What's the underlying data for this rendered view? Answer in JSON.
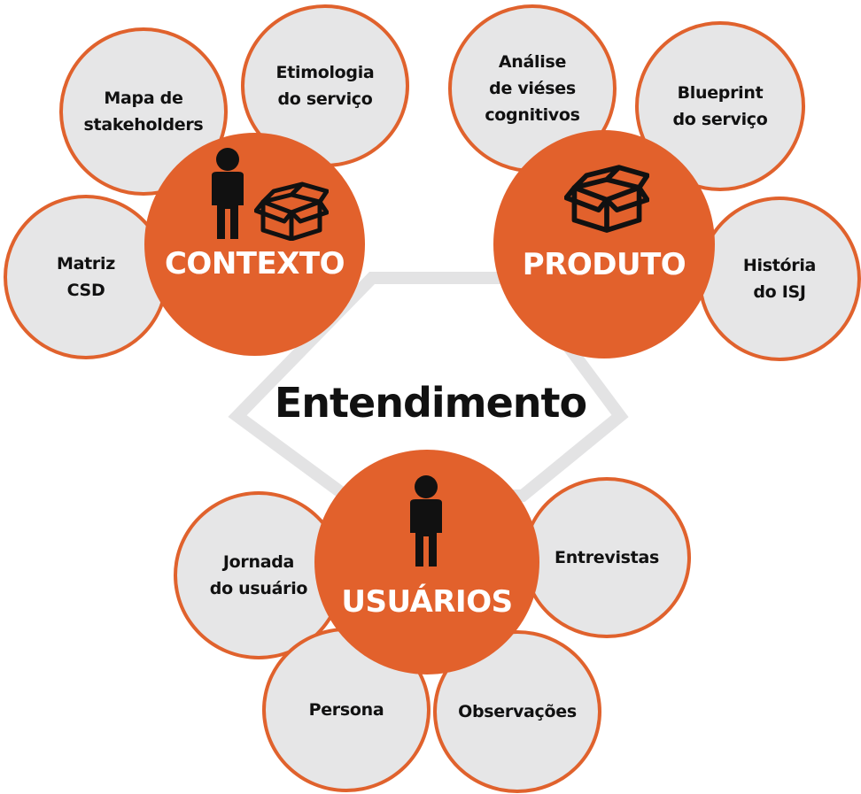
{
  "center": {
    "title": "Entendimento"
  },
  "hubs": {
    "contexto": {
      "label": "CONTEXTO",
      "icons": [
        "person-icon",
        "box-icon"
      ]
    },
    "produto": {
      "label": "PRODUTO",
      "icons": [
        "box-icon"
      ]
    },
    "usuarios": {
      "label": "USUÁRIOS",
      "icons": [
        "person-icon"
      ]
    }
  },
  "satellites": {
    "contexto": [
      "Matriz\nCSD",
      "Mapa de\nstakeholders",
      "Etimologia\ndo serviço"
    ],
    "produto": [
      "Análise\nde viéses\ncognitivos",
      "Blueprint\ndo serviço",
      "História\ndo ISJ"
    ],
    "usuarios": [
      "Jornada\ndo usuário",
      "Persona",
      "Observações",
      "Entrevistas"
    ]
  },
  "colors": {
    "hub": "#e2612c",
    "satellite_fill": "#e6e6e7",
    "satellite_border": "#e0622d",
    "hexagon": "#e3e3e4"
  }
}
